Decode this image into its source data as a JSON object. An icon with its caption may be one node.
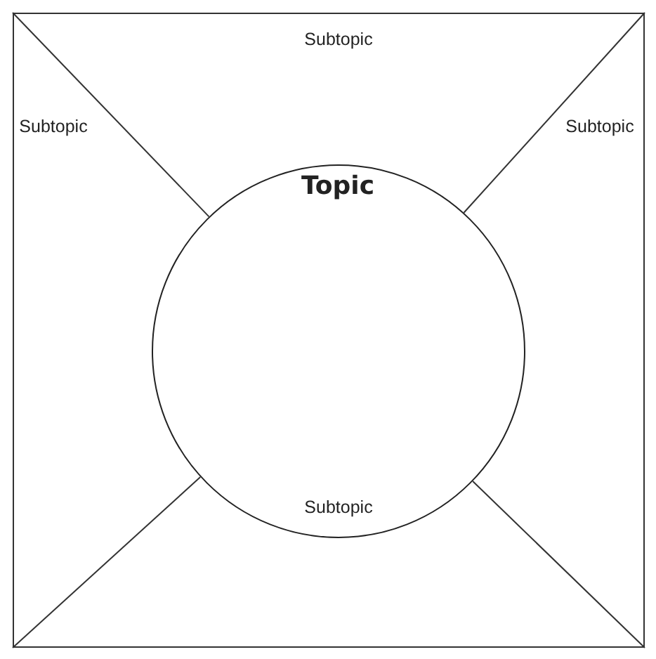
{
  "diagram": {
    "nodes": [
      {
        "text": [],
        "shape": "box"
      },
      {
        "text": [
          "Topic"
        ],
        "in": 0
      }
    ],
    "edges": [
      {
        "from": 0,
        "to": 1,
        "arrow": "none"
      },
      {
        "from": 0,
        "to": 1,
        "arrow": "none"
      },
      {
        "from": 0,
        "to": 1,
        "arrow": "none"
      },
      {
        "from": 0,
        "to": 1,
        "arrow": "none"
      }
    ],
    "labels": [
      "Subtopic",
      "Subtopic",
      "Subtopic",
      "Subtopic"
    ]
  }
}
